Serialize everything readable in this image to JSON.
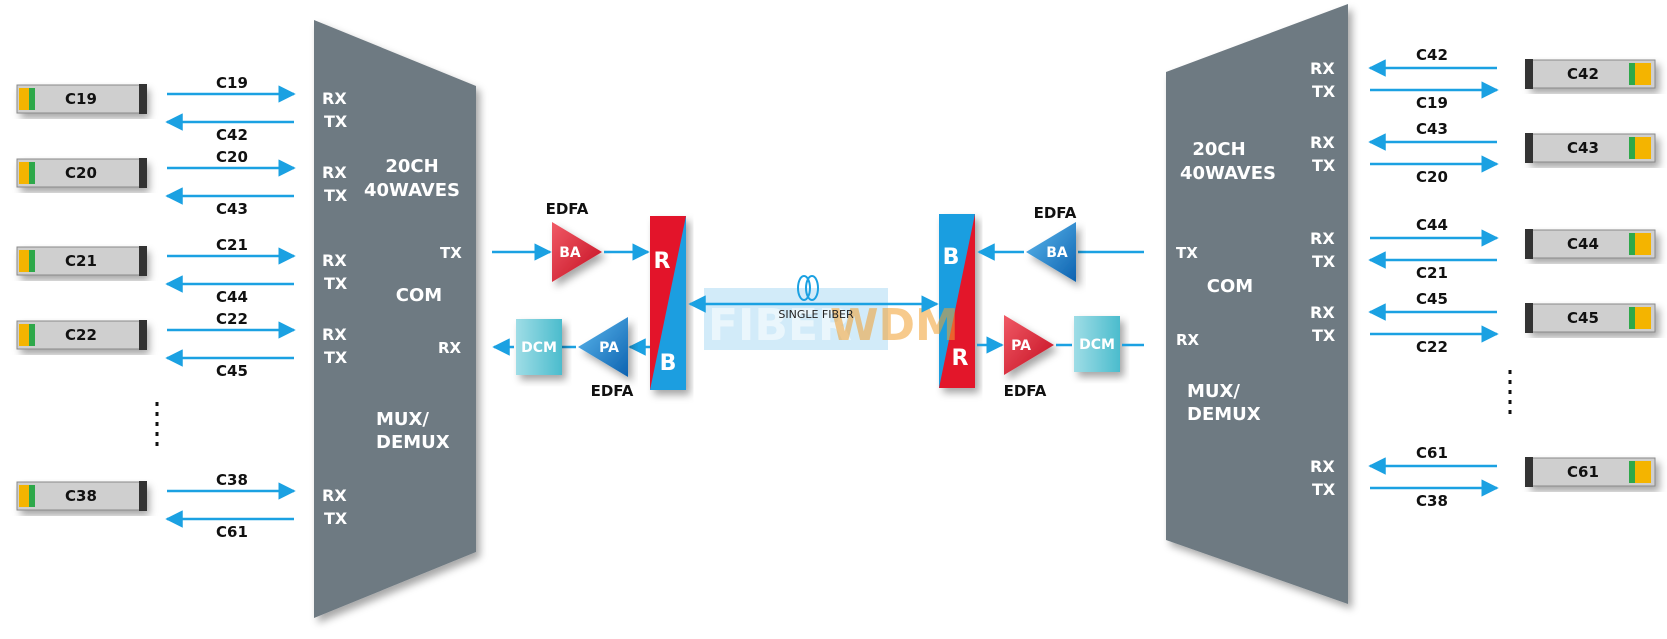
{
  "colors": {
    "mux": "#6e7a82",
    "link": "#1ba1e2",
    "red": "#e3142a",
    "blue": "#1a9ee0",
    "dcm": "#5ec6d6",
    "module_body": "#cfcfcf",
    "module_green": "#2ea84a",
    "module_yellow": "#f4b400"
  },
  "left_mux": {
    "title_line1": "20CH",
    "title_line2": "40WAVES",
    "com": "COM",
    "bottom_line1": "MUX/",
    "bottom_line2": "DEMUX",
    "com_tx": "TX",
    "com_rx": "RX"
  },
  "right_mux": {
    "title_line1": "20CH",
    "title_line2": "40WAVES",
    "com": "COM",
    "bottom_line1": "MUX/",
    "bottom_line2": "DEMUX",
    "com_tx": "TX",
    "com_rx": "RX"
  },
  "port_labels": {
    "rx": "RX",
    "tx": "TX"
  },
  "left_channels": [
    {
      "module": "C19",
      "out": "C19",
      "in": "C42"
    },
    {
      "module": "C20",
      "out": "C20",
      "in": "C43"
    },
    {
      "module": "C21",
      "out": "C21",
      "in": "C44"
    },
    {
      "module": "C22",
      "out": "C22",
      "in": "C45"
    },
    {
      "module": "C38",
      "out": "C38",
      "in": "C61"
    }
  ],
  "right_channels": [
    {
      "module": "C42",
      "top": "C42",
      "bottom": "C19"
    },
    {
      "module": "C43",
      "top": "C43",
      "bottom": "C20"
    },
    {
      "module": "C44",
      "top": "C44",
      "bottom": "C21"
    },
    {
      "module": "C45",
      "top": "C45",
      "bottom": "C22"
    },
    {
      "module": "C61",
      "top": "C61",
      "bottom": "C38"
    }
  ],
  "amplifiers": {
    "edfa": "EDFA",
    "ba": "BA",
    "pa": "PA",
    "dcm": "DCM"
  },
  "filters": {
    "r": "R",
    "b": "B"
  },
  "link": {
    "label": "SINGLE FIBER",
    "watermark_fiber": "FIBER",
    "watermark_wdm": "WDM"
  }
}
